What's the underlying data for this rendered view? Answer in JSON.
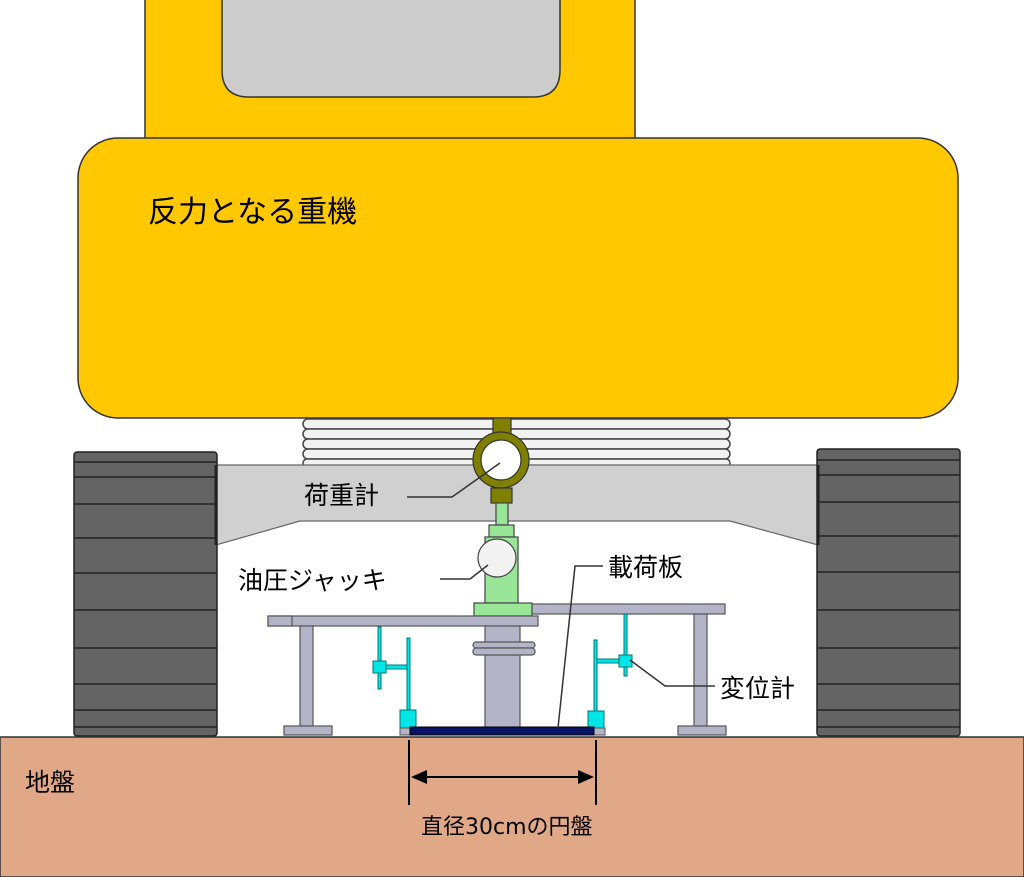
{
  "labels": {
    "reaction_machine": "反力となる重機",
    "load_cell": "荷重計",
    "hydraulic_jack": "油圧ジャッキ",
    "loading_plate": "載荷板",
    "displacement_gauge": "変位計",
    "ground": "地盤",
    "disc_diameter": "直径30cmの円盤"
  },
  "colors": {
    "machine_body": "#FFC800",
    "track": "#646464",
    "frame": "#D0D0D0",
    "load_cell": "#808000",
    "jack": "#99E699",
    "beam": "#B4B4C8",
    "gauge": "#00E5E5",
    "plate": "#0A1464",
    "ground": "#E0A887"
  }
}
